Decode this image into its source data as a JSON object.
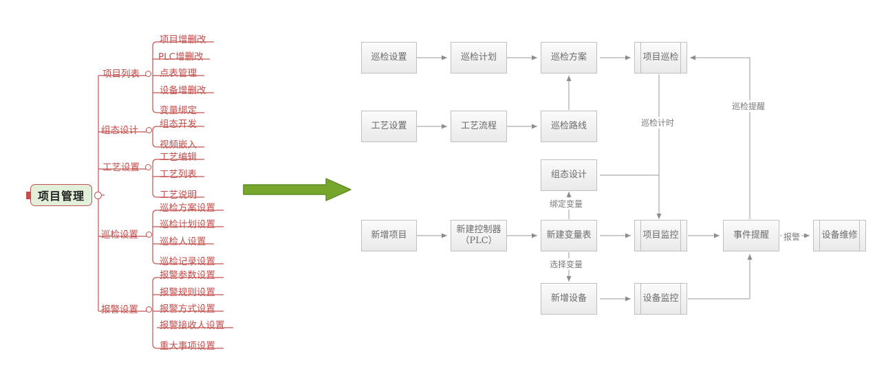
{
  "mindmap": {
    "root": {
      "label": "项目管理"
    },
    "branches": [
      {
        "label": "项目列表",
        "leaves": [
          "项目增删改",
          "PLC增删改",
          "点表管理",
          "设备增删改",
          "变量绑定"
        ]
      },
      {
        "label": "组态设计",
        "leaves": [
          "组态开发",
          "视频嵌入"
        ]
      },
      {
        "label": "工艺设置",
        "leaves": [
          "工艺编辑",
          "工艺列表",
          "工艺说明"
        ]
      },
      {
        "label": "巡检设置",
        "leaves": [
          "巡检方案设置",
          "巡检计划设置",
          "巡检人设置",
          "巡检记录设置"
        ]
      },
      {
        "label": "报警设置",
        "leaves": [
          "报警参数设置",
          "报警规则设置",
          "报警方式设置",
          "报警接收人设置",
          "重大事项设置"
        ]
      }
    ],
    "colors": {
      "line": "#c0504d",
      "root_fill": "#e2efd9",
      "text": "#c0504d"
    }
  },
  "transition": {
    "arrow_color": "#76a72c",
    "arrow_name": "green-right-arrow"
  },
  "flowchart": {
    "nodes": [
      {
        "id": "n1",
        "label": "巡检设置",
        "shape": "process"
      },
      {
        "id": "n2",
        "label": "巡检计划",
        "shape": "process"
      },
      {
        "id": "n3",
        "label": "巡检方案",
        "shape": "process"
      },
      {
        "id": "n4",
        "label": "项目巡检",
        "shape": "predefined-process"
      },
      {
        "id": "n5",
        "label": "工艺设置",
        "shape": "process"
      },
      {
        "id": "n6",
        "label": "工艺流程",
        "shape": "process"
      },
      {
        "id": "n7",
        "label": "巡检路线",
        "shape": "process"
      },
      {
        "id": "n8",
        "label": "组态设计",
        "shape": "process"
      },
      {
        "id": "n9",
        "label": "新增项目",
        "shape": "process"
      },
      {
        "id": "n10",
        "label": "新建控制器（PLC）",
        "shape": "process",
        "line1": "新建控制器",
        "line2": "（PLC）"
      },
      {
        "id": "n11",
        "label": "新建变量表",
        "shape": "process"
      },
      {
        "id": "n12",
        "label": "项目监控",
        "shape": "predefined-process"
      },
      {
        "id": "n13",
        "label": "事件提醒",
        "shape": "process"
      },
      {
        "id": "n14",
        "label": "设备维修",
        "shape": "predefined-process"
      },
      {
        "id": "n15",
        "label": "新增设备",
        "shape": "process"
      },
      {
        "id": "n16",
        "label": "设备监控",
        "shape": "predefined-process"
      }
    ],
    "edge_labels": [
      {
        "id": "e1",
        "text": "巡检计时"
      },
      {
        "id": "e2",
        "text": "巡检提醒"
      },
      {
        "id": "e3",
        "text": "绑定变量"
      },
      {
        "id": "e4",
        "text": "选择变量"
      },
      {
        "id": "e5",
        "text": "报警"
      }
    ],
    "colors": {
      "box_border": "#bfbfbf",
      "box_fill": "#f1f1f1",
      "connector": "#9a9a9a",
      "text": "#6b6b6b"
    }
  }
}
